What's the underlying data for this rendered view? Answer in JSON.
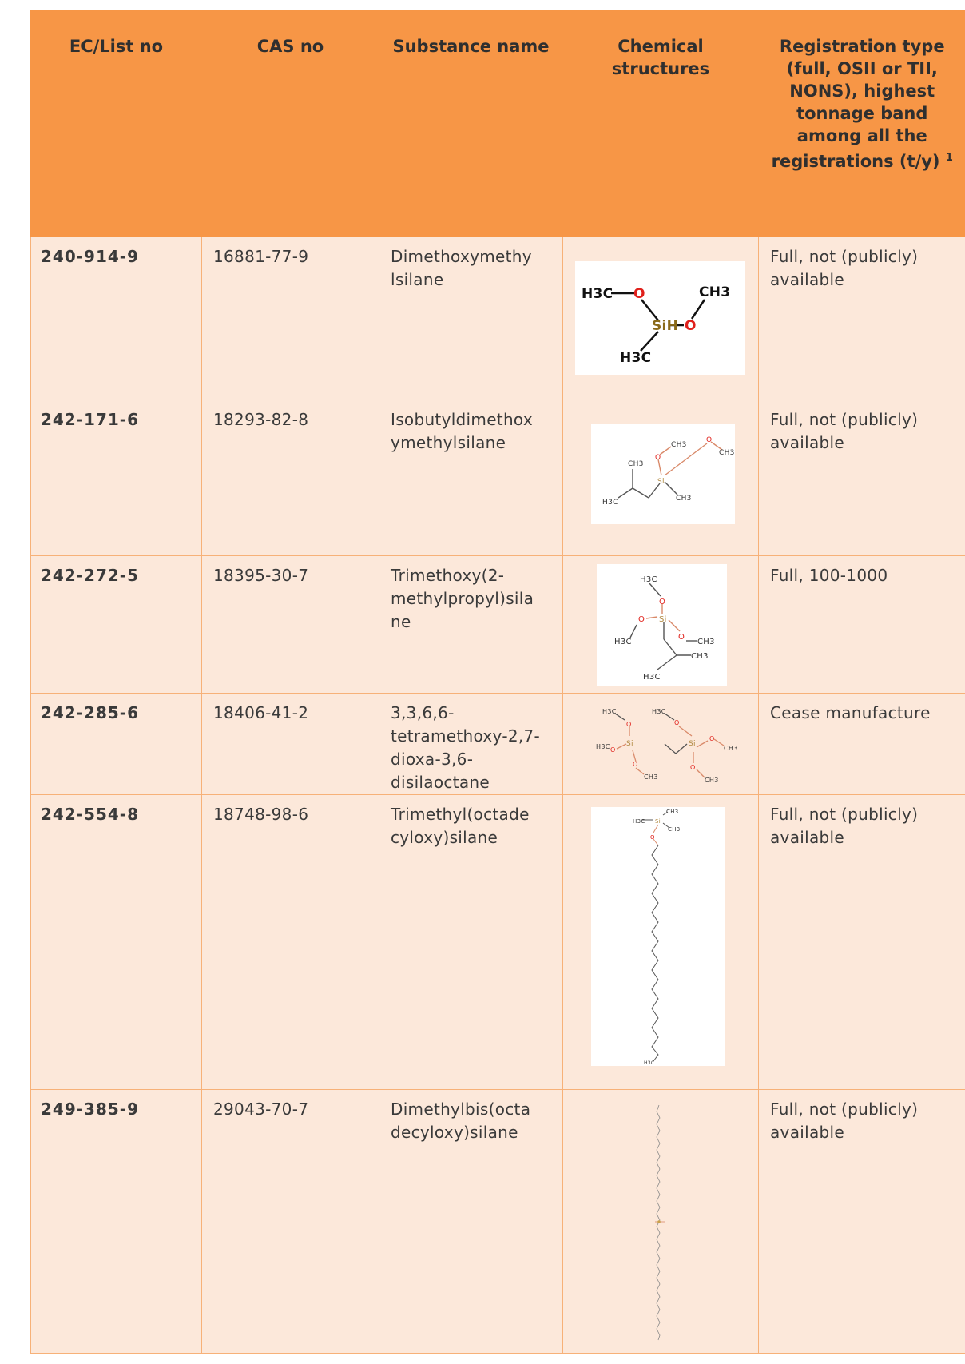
{
  "table": {
    "headers": {
      "ec": "EC/List no",
      "cas": "CAS no",
      "name": "Substance name",
      "structure": "Chemical structures",
      "registration": "Registration type (full, OSII or TII, NONS), highest tonnage band among all the registrations (t/y)",
      "registration_footnote": "1"
    },
    "rows": [
      {
        "ec": "240-914-9",
        "cas": "16881-77-9",
        "name": "Dimethoxymethy lsilane",
        "registration": "Full, not (publicly) available"
      },
      {
        "ec": "242-171-6",
        "cas": "18293-82-8",
        "name": "Isobutyldimethox ymethylsilane",
        "registration": "Full, not (publicly) available"
      },
      {
        "ec": "242-272-5",
        "cas": "18395-30-7",
        "name": "Trimethoxy(2-methylpropyl)sila ne",
        "registration": "Full, 100-1000"
      },
      {
        "ec": "242-285-6",
        "cas": "18406-41-2",
        "name": "3,3,6,6-tetramethoxy-2,7-dioxa-3,6-disilaoctane",
        "registration": "Cease manufacture"
      },
      {
        "ec": "242-554-8",
        "cas": "18748-98-6",
        "name": "Trimethyl(octade cyloxy)silane",
        "registration": "Full, not (publicly) available"
      },
      {
        "ec": "249-385-9",
        "cas": "29043-70-7",
        "name": "Dimethylbis(octa decyloxy)silane",
        "registration": "Full, not (publicly) available"
      }
    ]
  },
  "structures": {
    "h3c": "H3C",
    "ch3": "CH3",
    "o": "O",
    "si": "Si",
    "sih": "SiH"
  },
  "colors": {
    "header_bg": "#f79646",
    "row_bg": "#fce8da",
    "border": "#f7b178",
    "oxygen": "#e0201b",
    "silicon": "#c9a04a"
  }
}
